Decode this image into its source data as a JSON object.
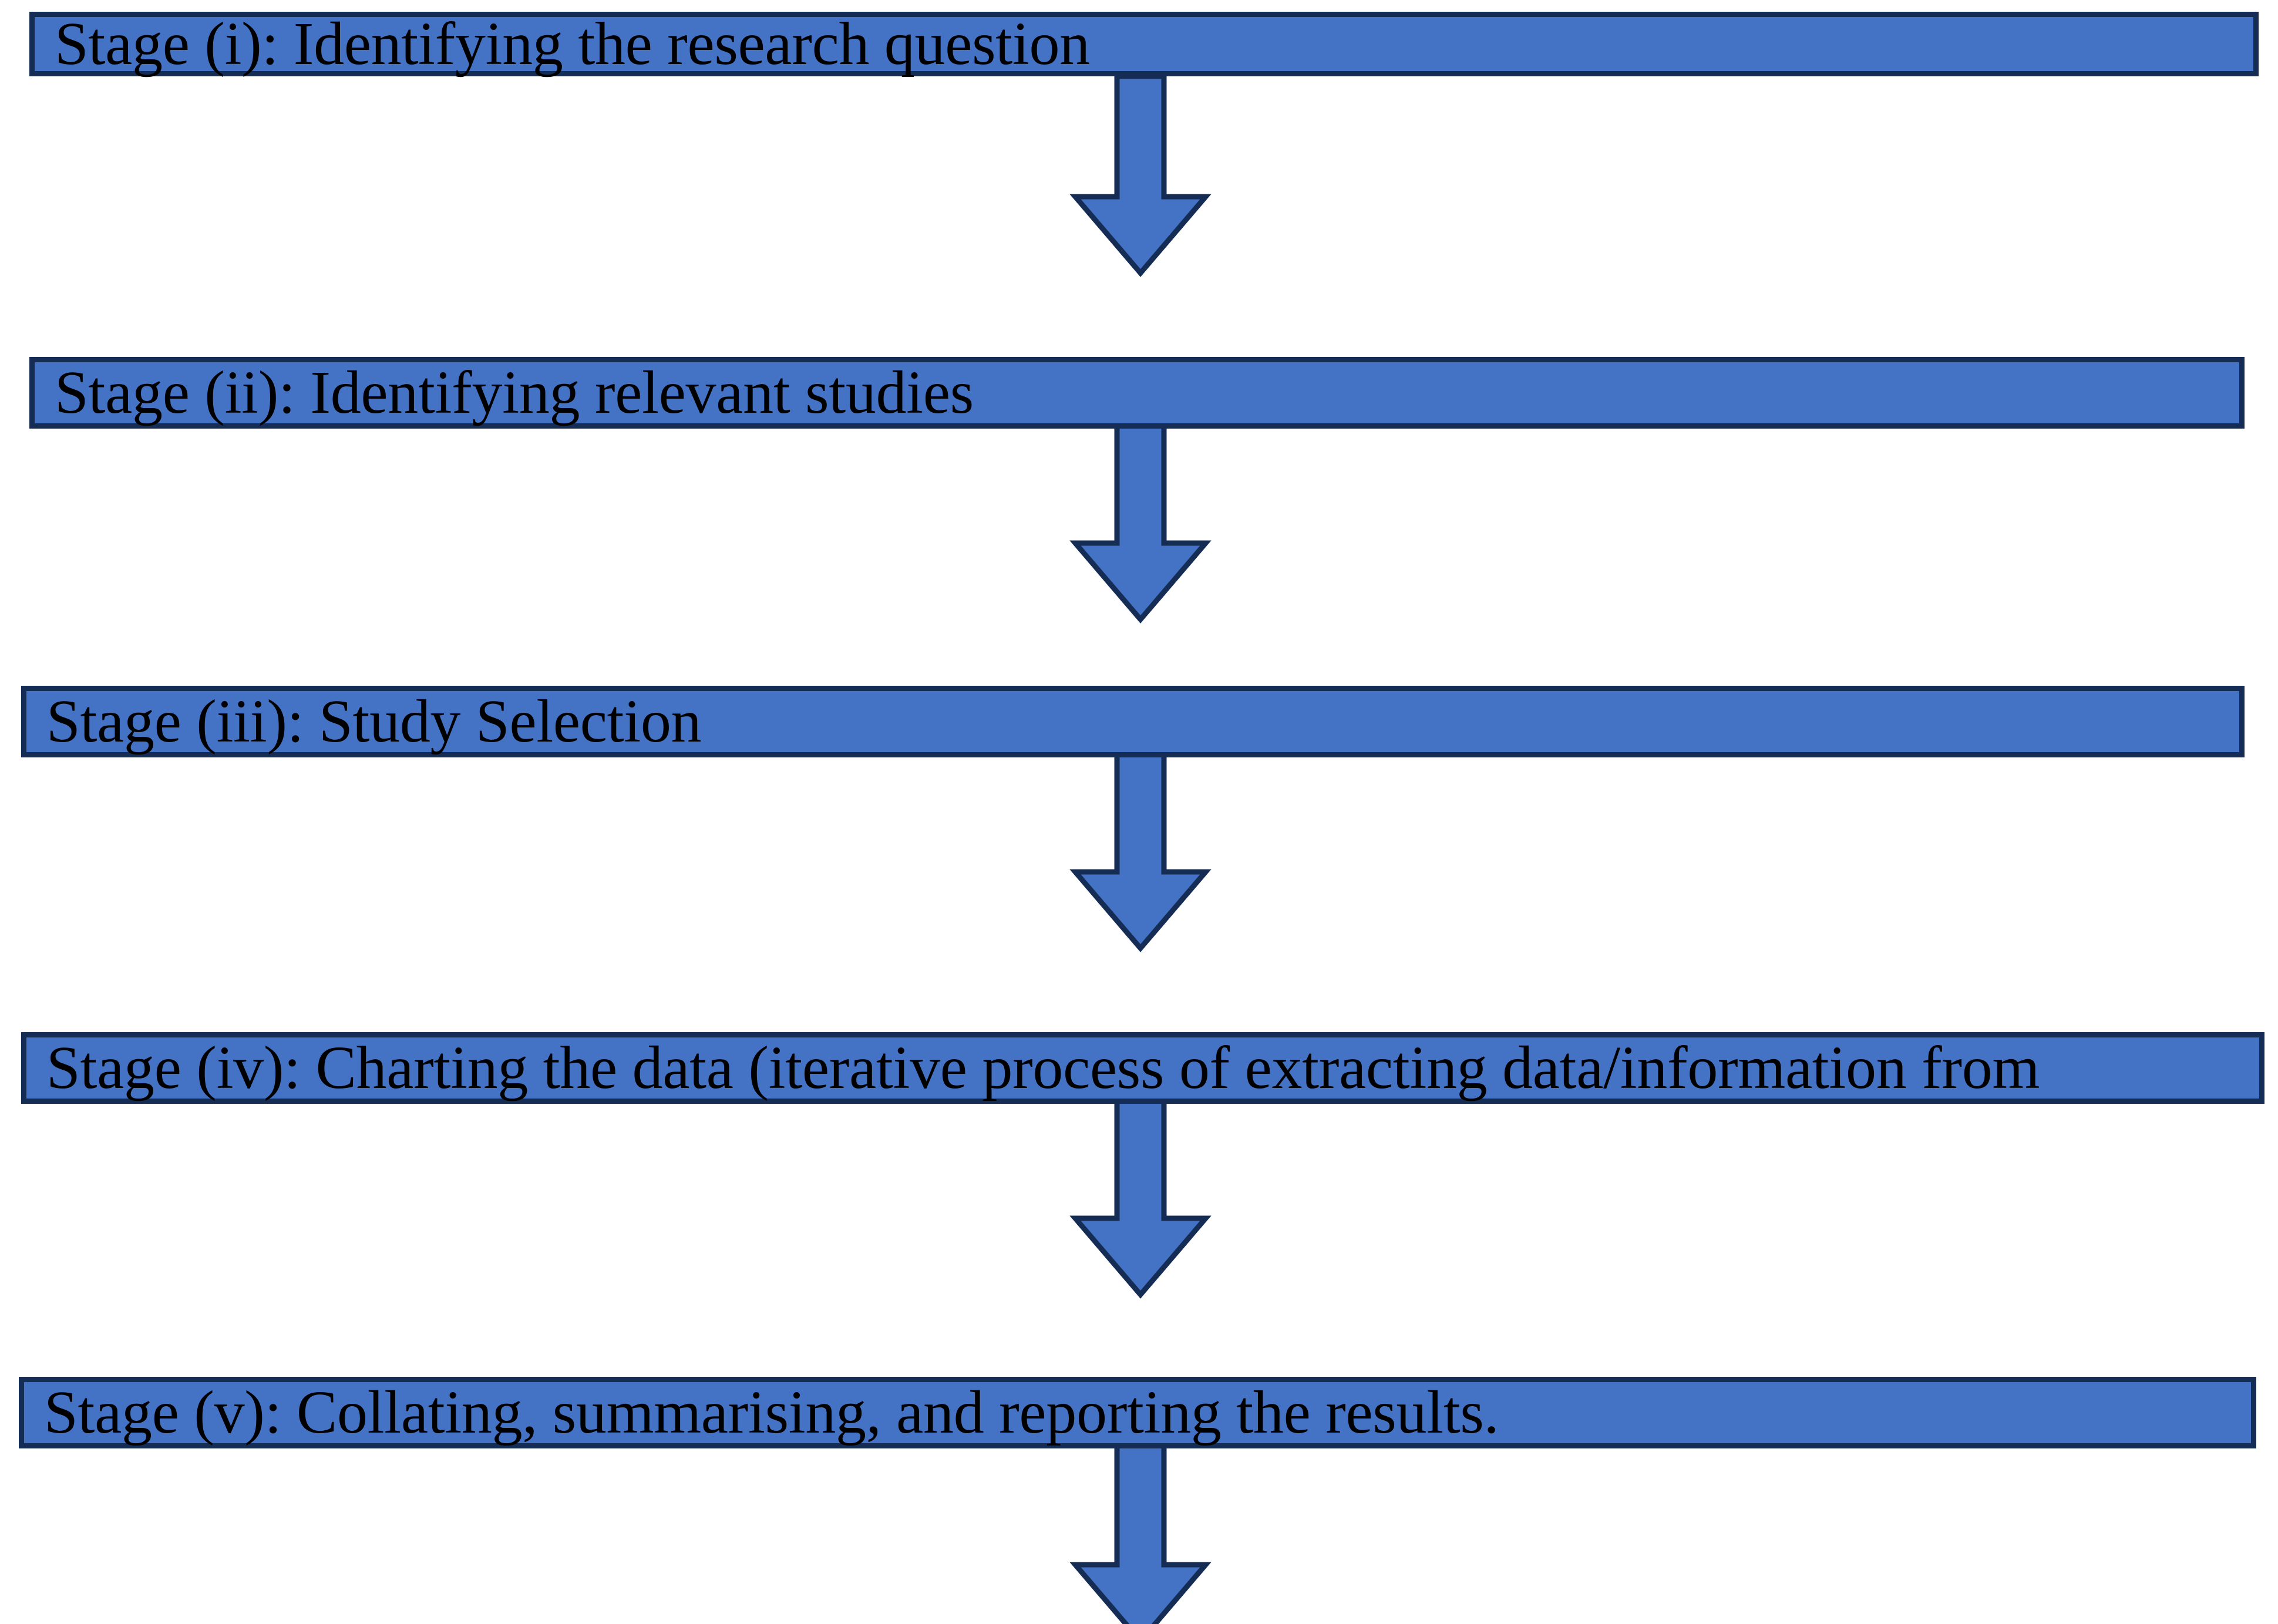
{
  "diagram": {
    "type": "flowchart",
    "orientation": "vertical-top-to-bottom",
    "title": "",
    "colors": {
      "box_fill": "#4472C4",
      "box_border": "#152C54",
      "arrow_fill": "#4472C4",
      "arrow_border": "#152C54",
      "text": "#000000",
      "background": "#FFFFFF"
    },
    "stages": [
      {
        "id": "stage-i",
        "label": "Stage (i): Identifying the research question",
        "stage_number": "i"
      },
      {
        "id": "stage-ii",
        "label": "Stage (ii): Identifying relevant studies",
        "stage_number": "ii"
      },
      {
        "id": "stage-iii",
        "label": "Stage (iii): Study Selection",
        "stage_number": "iii"
      },
      {
        "id": "stage-iv",
        "label": "Stage (iv): Charting the data (iterative process of extracting data/information from",
        "stage_number": "iv"
      },
      {
        "id": "stage-v",
        "label": "Stage (v): Collating, summarising, and reporting the results.",
        "stage_number": "v"
      }
    ],
    "connectors": [
      {
        "id": "arrow-1",
        "from": "stage-i",
        "to": "stage-ii",
        "icon": "down-arrow-icon"
      },
      {
        "id": "arrow-2",
        "from": "stage-ii",
        "to": "stage-iii",
        "icon": "down-arrow-icon"
      },
      {
        "id": "arrow-3",
        "from": "stage-iii",
        "to": "stage-iv",
        "icon": "down-arrow-icon"
      },
      {
        "id": "arrow-4",
        "from": "stage-iv",
        "to": "stage-v",
        "icon": "down-arrow-icon"
      },
      {
        "id": "arrow-5",
        "from": "stage-v",
        "to": "",
        "icon": "down-arrow-icon"
      }
    ]
  }
}
